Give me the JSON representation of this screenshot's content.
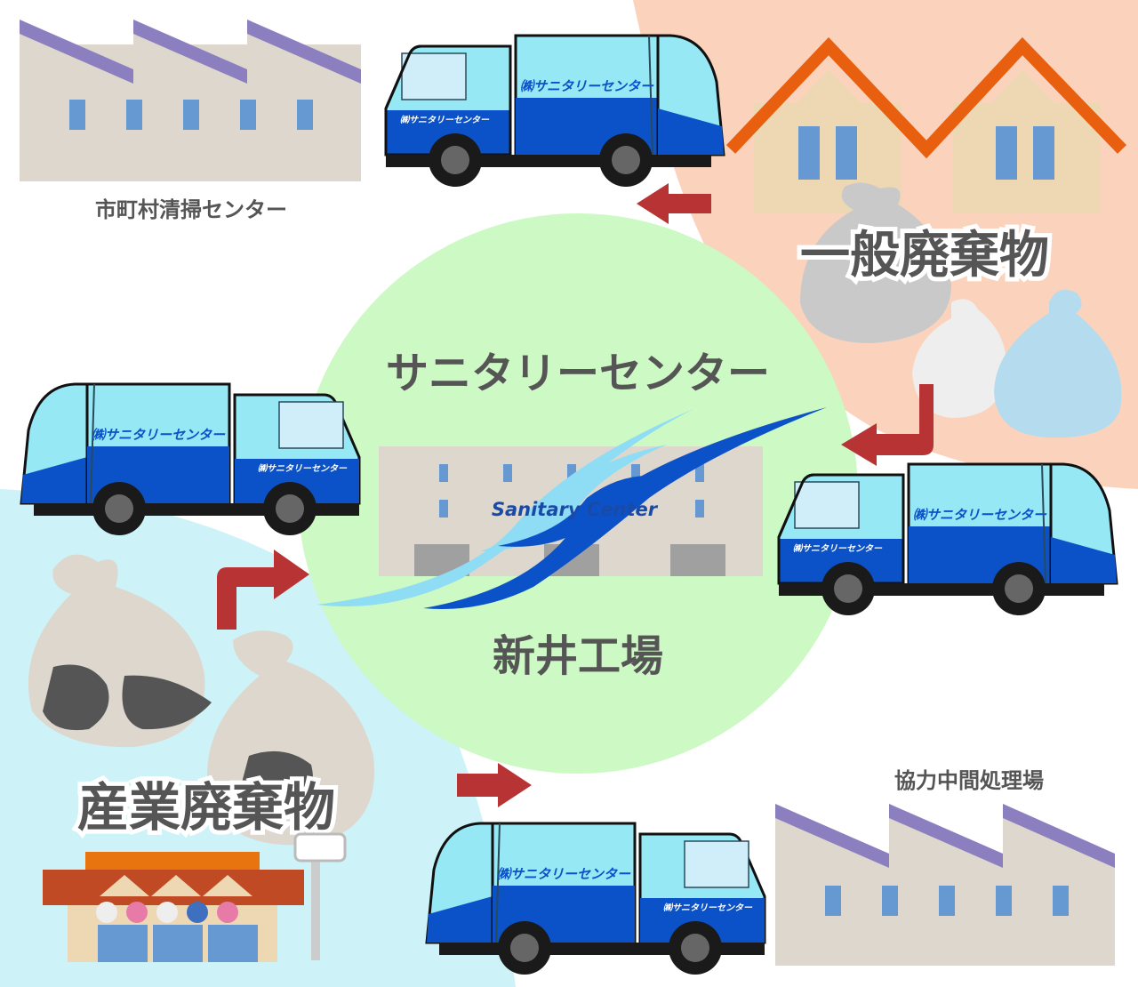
{
  "labels": {
    "municipal_center": "市町村清掃センター",
    "general_waste": "一般廃棄物",
    "company_name": "サニタリーセンター",
    "plant_name": "新井工場",
    "industrial_waste": "産業廃棄物",
    "partner_facility": "協力中間処理場"
  },
  "truck": {
    "body_text": "㈱サニタリーセンター",
    "door_text": "㈱サニタリーセンター"
  },
  "logo": {
    "text": "Sanitary Center"
  },
  "colors": {
    "general_zone": "#fbd3bd",
    "industrial_zone": "#cdf2f7",
    "center_circle": "#cdf9c4",
    "truck_light": "#96e8f5",
    "truck_dark": "#0b52c8",
    "arrow": "#b83333",
    "label_text": "#555555",
    "roof_purple": "#8c7fbf",
    "roof_orange": "#e8600f",
    "window_blue": "#6699d1"
  }
}
